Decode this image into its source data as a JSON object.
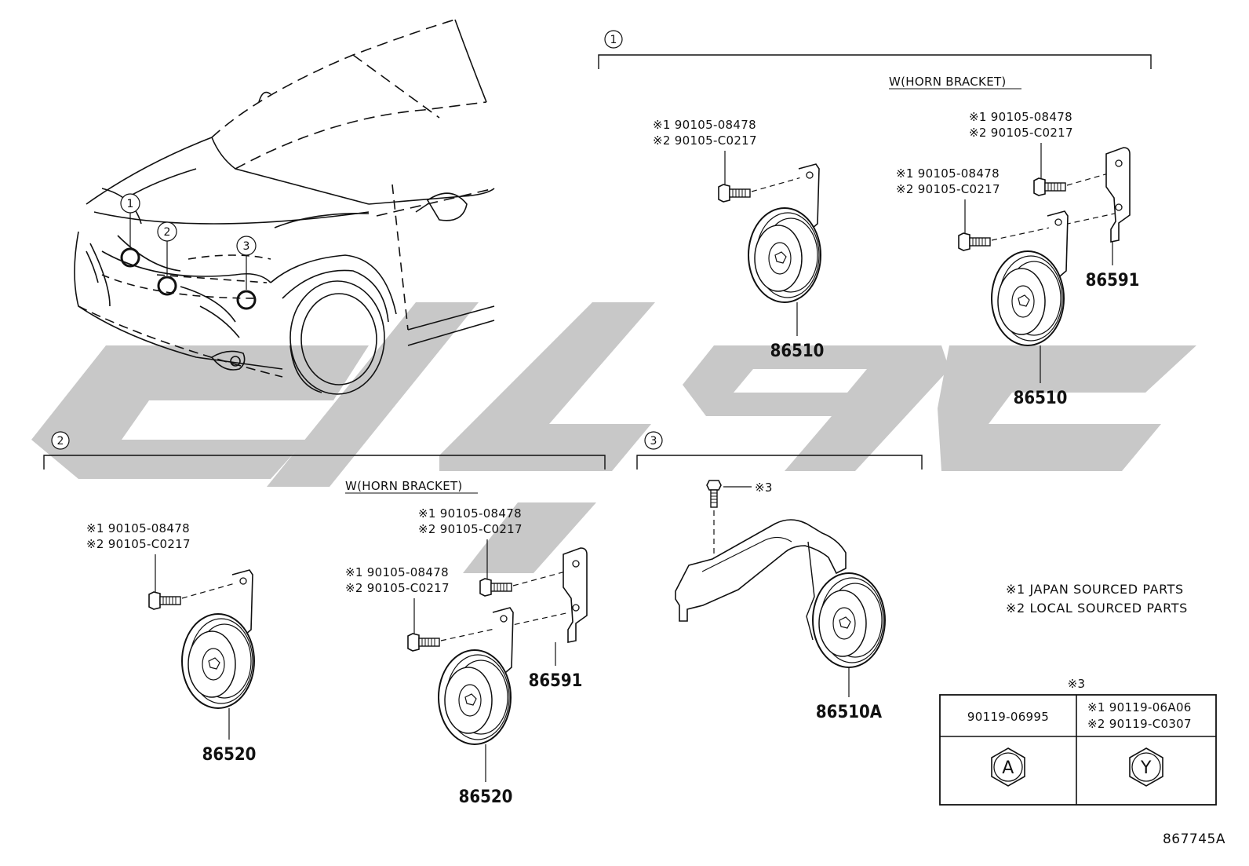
{
  "watermark": {
    "color": "#c8c8c8"
  },
  "overview": {
    "callouts": [
      "1",
      "2",
      "3"
    ]
  },
  "sections": [
    {
      "id": "1",
      "subtitle": "W(HORN BRACKET)",
      "groups": [
        {
          "fasteners": [
            "※1 90105-08478",
            "※2 90105-C0217"
          ],
          "part": "86510"
        },
        {
          "fasteners_a": [
            "※1 90105-08478",
            "※2 90105-C0217"
          ],
          "fasteners_b": [
            "※1 90105-08478",
            "※2 90105-C0217"
          ],
          "bracket_part": "86591",
          "part": "86510"
        }
      ]
    },
    {
      "id": "2",
      "subtitle": "W(HORN BRACKET)",
      "groups": [
        {
          "fasteners": [
            "※1 90105-08478",
            "※2 90105-C0217"
          ],
          "part": "86520"
        },
        {
          "fasteners_a": [
            "※1 90105-08478",
            "※2 90105-C0217"
          ],
          "fasteners_b": [
            "※1 90105-08478",
            "※2 90105-C0217"
          ],
          "bracket_part": "86591",
          "part": "86520"
        }
      ]
    },
    {
      "id": "3",
      "bolt_note": "※3",
      "part": "86510A"
    }
  ],
  "notes": [
    "※1 JAPAN SOURCED PARTS",
    "※2 LOCAL SOURCED PARTS"
  ],
  "bolt_table": {
    "title": "※3",
    "left": {
      "header": [
        "90119-06995"
      ],
      "head_letter": "A"
    },
    "right": {
      "header": [
        "※1 90119-06A06",
        "※2 90119-C0307"
      ],
      "head_letter": "Y"
    }
  },
  "diagram_ref": "867745A"
}
